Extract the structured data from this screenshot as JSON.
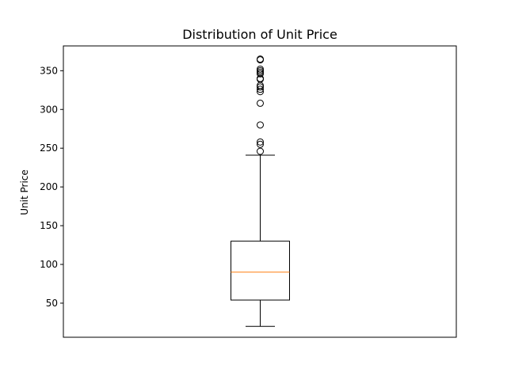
{
  "chart_data": {
    "type": "box",
    "title": "Distribution of Unit Price",
    "xlabel": "",
    "ylabel": "Unit Price",
    "ylim": [
      6,
      382
    ],
    "yticks": [
      50,
      100,
      150,
      200,
      250,
      300,
      350
    ],
    "grid": false,
    "box": {
      "whisker_low": 20,
      "q1": 54,
      "median": 90,
      "q3": 130,
      "whisker_high": 241
    },
    "outliers": [
      246,
      255,
      258,
      280,
      308,
      323,
      326,
      329,
      331,
      339,
      340,
      346,
      348,
      350,
      352,
      364,
      365
    ],
    "colors": {
      "box": "#000000",
      "median": "#ff7f0e",
      "outlier": "#000000"
    }
  }
}
